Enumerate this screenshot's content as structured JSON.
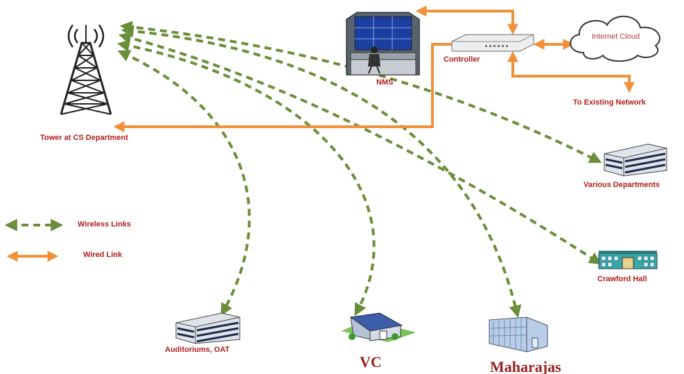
{
  "nodes": {
    "tower": "Tower at CS Department",
    "nms": "NMS",
    "controller": "Controller",
    "cloud": "Internet Cloud",
    "existing": "To Existing Network",
    "departments": "Various Departments",
    "crawford": "Crawford Hall",
    "auditoriums": "Auditoriums, OAT",
    "vc": "VC",
    "maharajas": "Maharajas"
  },
  "legend": {
    "wireless": "Wireless Links",
    "wired": "Wired Link"
  },
  "colors": {
    "wireless": "#6b8e3a",
    "wired": "#f0913a",
    "label": "#b01c1c"
  }
}
